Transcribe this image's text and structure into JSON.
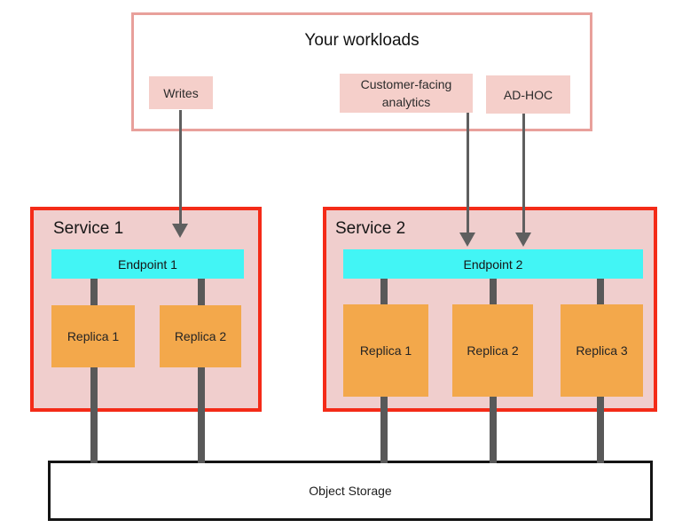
{
  "workloads": {
    "title": "Your workloads",
    "writes_label": "Writes",
    "analytics_label": "Customer-facing analytics",
    "adhoc_label": "AD-HOC"
  },
  "services": [
    {
      "title": "Service 1",
      "endpoint_label": "Endpoint 1",
      "replicas": [
        "Replica 1",
        "Replica 2"
      ]
    },
    {
      "title": "Service 2",
      "endpoint_label": "Endpoint 2",
      "replicas": [
        "Replica 1",
        "Replica 2",
        "Replica 3"
      ]
    }
  ],
  "storage": {
    "label": "Object Storage"
  },
  "colors": {
    "workloads_border": "#e8a09b",
    "workload_item_fill": "#f5cfca",
    "service_border": "#f42b18",
    "service_fill": "#f0cecd",
    "endpoint_fill": "#42f5f5",
    "replica_fill": "#f3a84b",
    "connector": "#595959",
    "arrow": "#5f5f5f",
    "storage_border": "#141414"
  }
}
